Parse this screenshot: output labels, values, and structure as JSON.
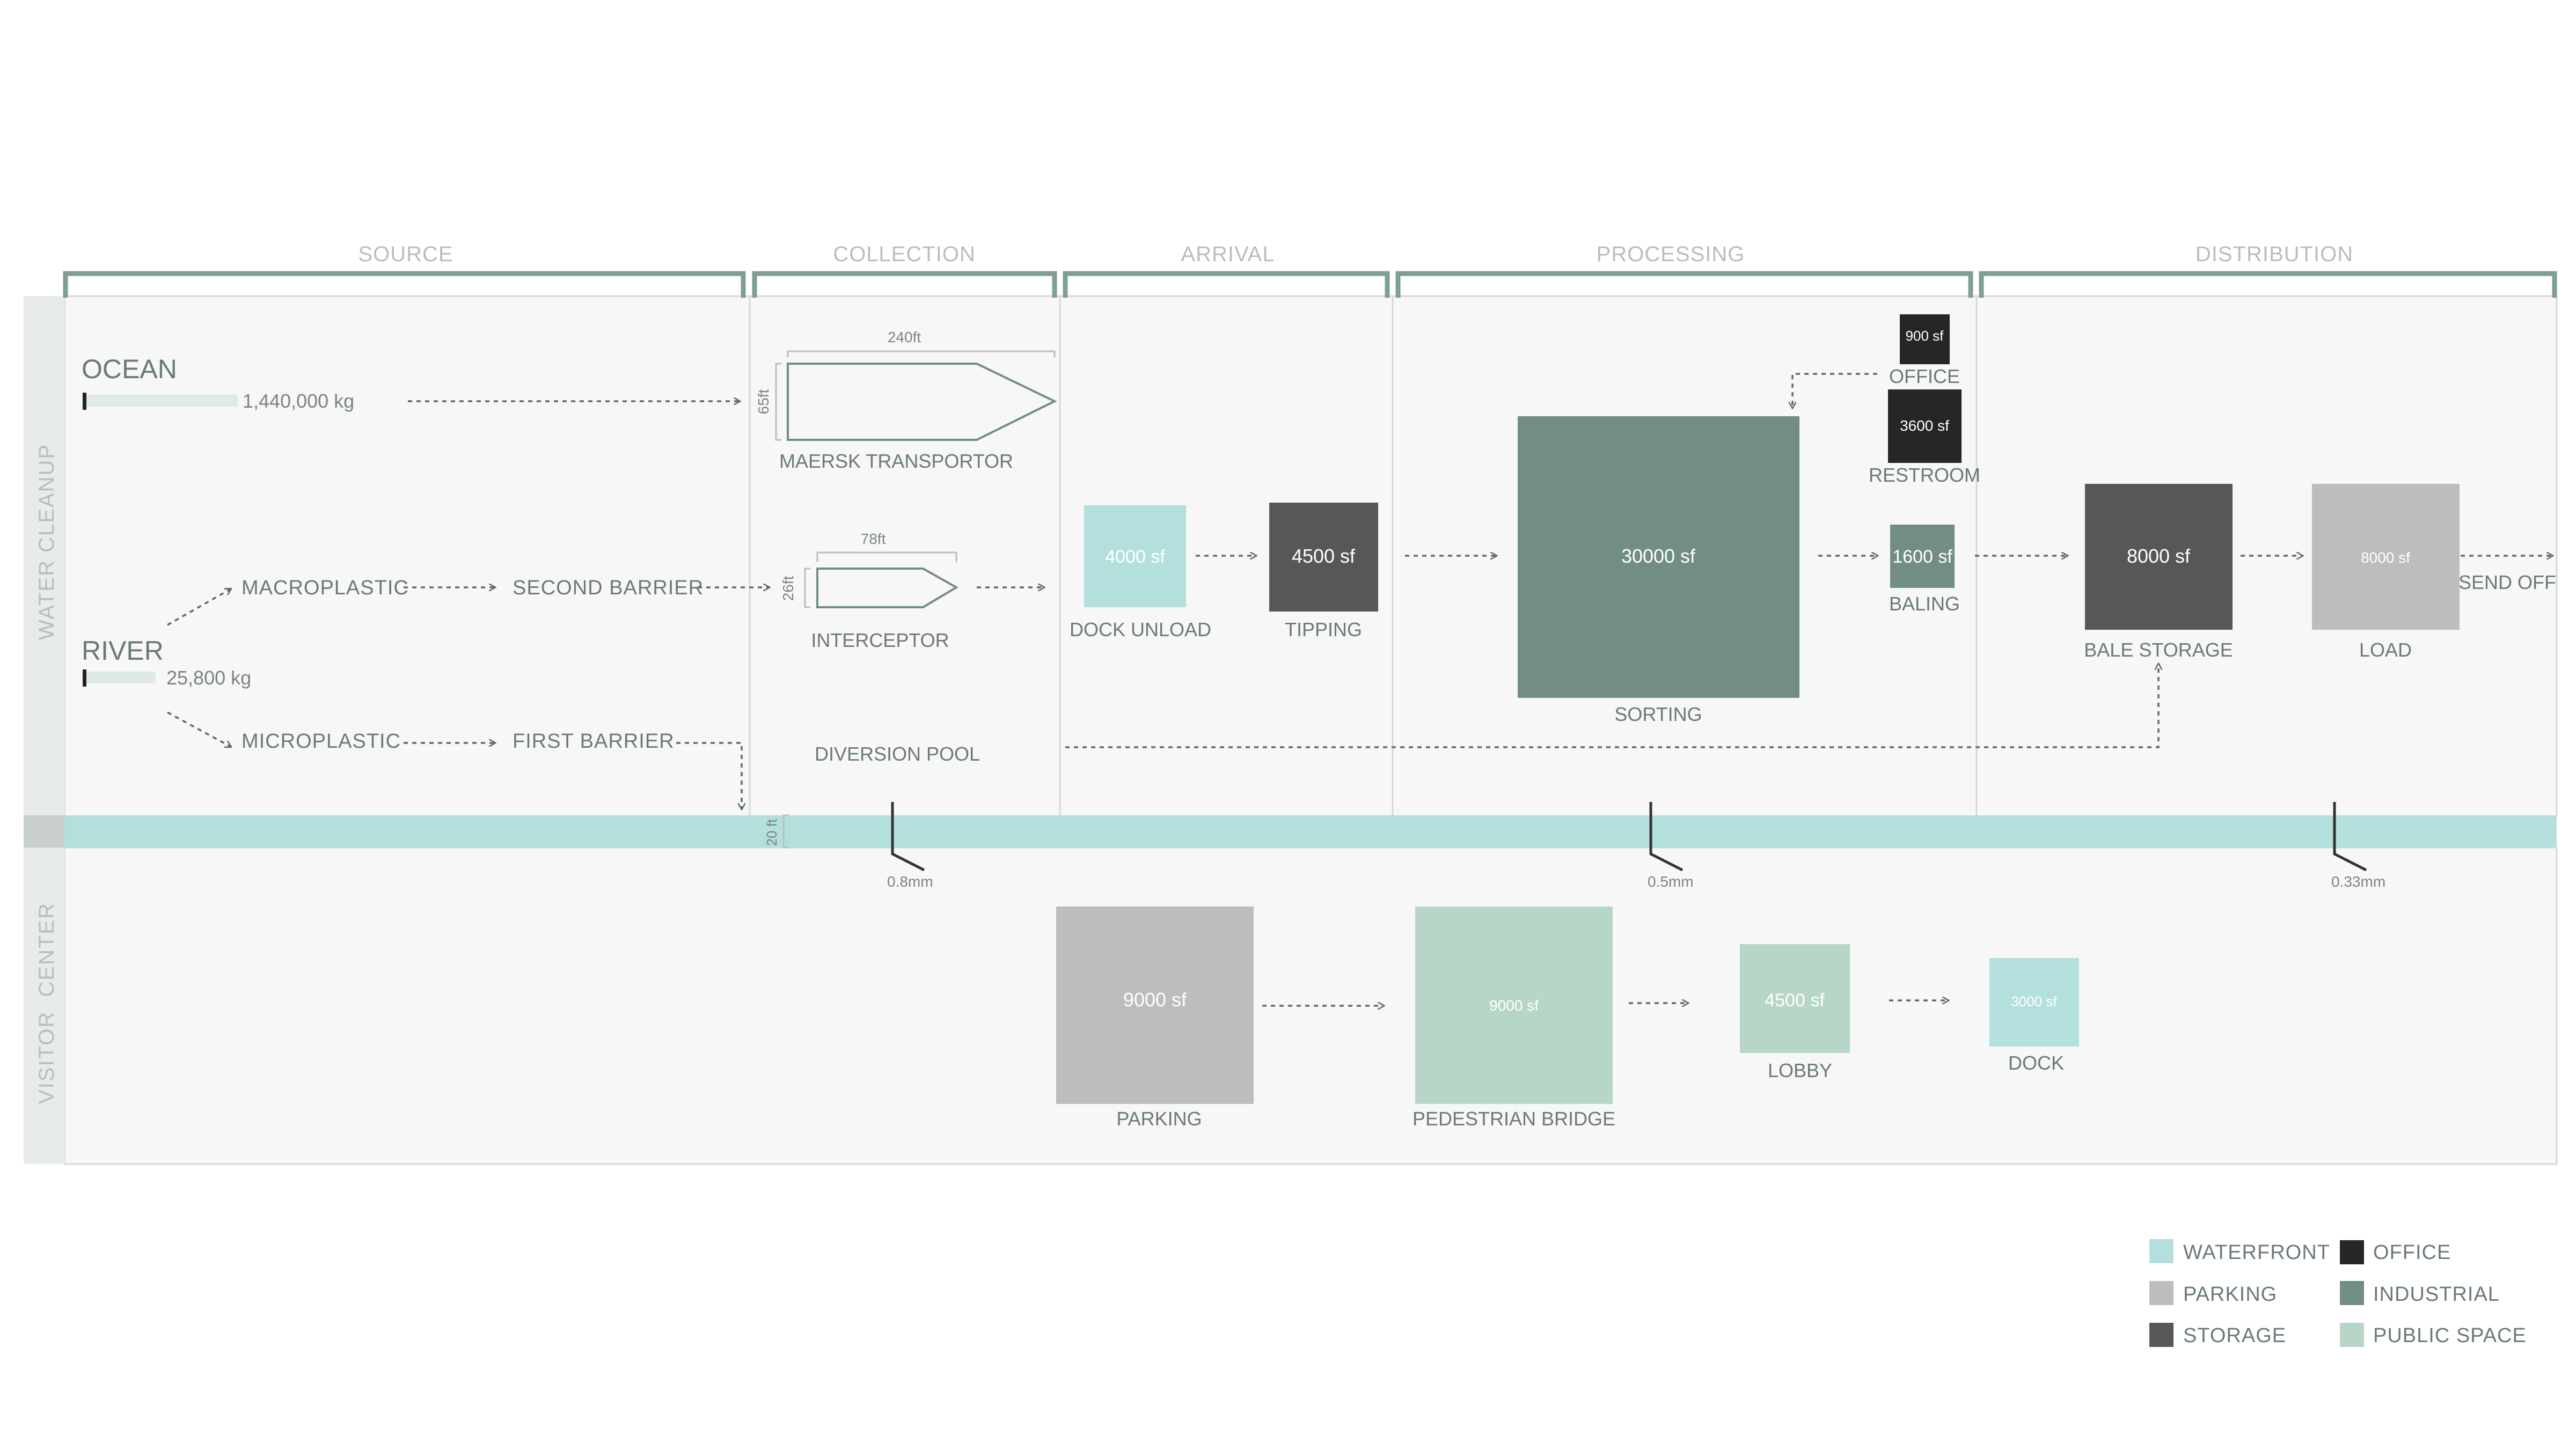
{
  "phases": {
    "source": "SOURCE",
    "collection": "COLLECTION",
    "arrival": "ARRIVAL",
    "processing": "PROCESSING",
    "distribution": "DISTRIBUTION"
  },
  "rows": {
    "water_cleanup": "WATER CLEANUP",
    "visitor_center": "VISITOR  CENTER"
  },
  "sources": {
    "ocean": {
      "label": "OCEAN",
      "amount": "1,440,000 kg",
      "amount_kg": 1440000
    },
    "river": {
      "label": "RIVER",
      "amount": "25,800 kg",
      "amount_kg": 25800
    },
    "macroplastic": "MACROPLASTIC",
    "microplastic": "MICROPLASTIC",
    "second_barrier": "SECOND BARRIER",
    "first_barrier": "FIRST BARRIER"
  },
  "collection": {
    "maersk": {
      "label": "MAERSK TRANSPORTOR",
      "length": "240ft",
      "width": "65ft"
    },
    "interceptor": {
      "label": "INTERCEPTOR",
      "length": "78ft",
      "width": "26ft"
    },
    "diversion_pool": "DIVERSION POOL"
  },
  "water_band": {
    "depth": "20 ft",
    "markers": [
      "0.8mm",
      "0.5mm",
      "0.33mm"
    ]
  },
  "spaces": {
    "dock_unload": {
      "label": "DOCK UNLOAD",
      "area": "4000 sf",
      "type": "waterfront"
    },
    "tipping": {
      "label": "TIPPING",
      "area": "4500 sf",
      "type": "storage"
    },
    "sorting": {
      "label": "SORTING",
      "area": "30000 sf",
      "type": "industrial"
    },
    "office": {
      "label": "OFFICE",
      "area": "900 sf",
      "type": "office"
    },
    "restroom": {
      "label": "RESTROOM",
      "area": "3600 sf",
      "type": "office"
    },
    "baling": {
      "label": "BALING",
      "area": "1600 sf",
      "type": "industrial"
    },
    "bale_storage": {
      "label": "BALE STORAGE",
      "area": "8000 sf",
      "type": "storage"
    },
    "load": {
      "label": "LOAD",
      "area": "8000 sf",
      "type": "parking"
    },
    "send_off": "SEND OFF",
    "parking": {
      "label": "PARKING",
      "area": "9000 sf",
      "type": "parking"
    },
    "pedestrian_bridge": {
      "label": "PEDESTRIAN BRIDGE",
      "area": "9000 sf",
      "type": "public"
    },
    "lobby": {
      "label": "LOBBY",
      "area": "4500 sf",
      "type": "public"
    },
    "dock": {
      "label": "DOCK",
      "area": "3000 sf",
      "type": "waterfront"
    }
  },
  "legend": [
    {
      "label": "WATERFRONT",
      "color": "#b3e0dc"
    },
    {
      "label": "PARKING",
      "color": "#bdbdbd"
    },
    {
      "label": "STORAGE",
      "color": "#575757"
    },
    {
      "label": "OFFICE",
      "color": "#262626"
    },
    {
      "label": "INDUSTRIAL",
      "color": "#728d83"
    },
    {
      "label": "PUBLIC SPACE",
      "color": "#b8d6c7"
    }
  ],
  "colors": {
    "waterfront": "#b3e0dc",
    "parking": "#bdbdbd",
    "storage": "#575757",
    "office": "#262626",
    "industrial": "#728d83",
    "public": "#b8d6c7",
    "bracket": "#7f9e95",
    "text": "#6a7a76",
    "muted": "#b9bebd"
  }
}
